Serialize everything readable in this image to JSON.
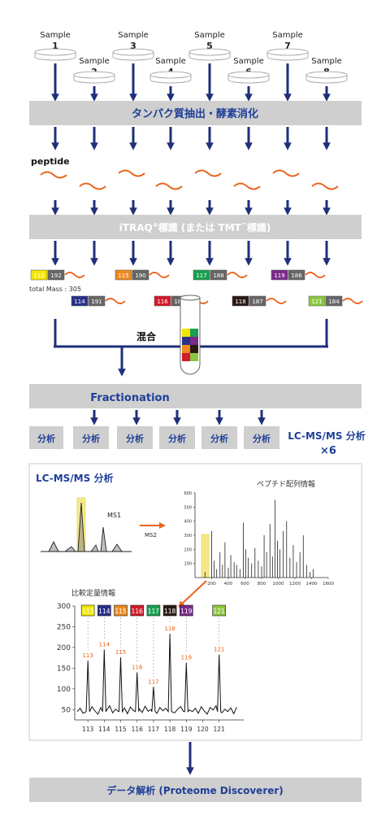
{
  "samples": {
    "word": "Sample",
    "top_row": [
      "1",
      "3",
      "5",
      "7"
    ],
    "bottom_row": [
      "2",
      "4",
      "6",
      "8"
    ]
  },
  "steps": {
    "digestion": "タンパク質抽出・酵素消化",
    "peptide": "peptide",
    "labeling_main": "iTRAQ",
    "labeling_reg": "®",
    "labeling_rest": "標識 (または TMT",
    "labeling_tm": "™",
    "labeling_end": "標識)",
    "mix": "混合",
    "fractionation": "Fractionation",
    "analysis": "分析",
    "lcms_side": "LC-MS/MS 分析",
    "lcms_times": "×6",
    "data_analysis": "データ解析 (Proteome Discoverer)"
  },
  "tags": {
    "total_mass": "total Mass : 305",
    "row1": [
      {
        "reporter": "113",
        "balance": "192",
        "color": "#f2e600"
      },
      {
        "reporter": "115",
        "balance": "190",
        "color": "#ee8a1e"
      },
      {
        "reporter": "117",
        "balance": "188",
        "color": "#1aa050"
      },
      {
        "reporter": "119",
        "balance": "186",
        "color": "#7b2a8a"
      }
    ],
    "row2": [
      {
        "reporter": "114",
        "balance": "191",
        "color": "#28318a"
      },
      {
        "reporter": "116",
        "balance": "189",
        "color": "#d21a2b"
      },
      {
        "reporter": "118",
        "balance": "187",
        "color": "#2a1a14"
      },
      {
        "reporter": "121",
        "balance": "184",
        "color": "#8cc63f"
      }
    ]
  },
  "tube_colors": [
    "#f2e600",
    "#1aa050",
    "#28318a",
    "#7b2a8a",
    "#ee8a1e",
    "#2a1a14",
    "#d21a2b",
    "#8cc63f"
  ],
  "panel": {
    "title": "LC-MS/MS 分析",
    "ms1": "MS1",
    "ms2": "MS2",
    "peptide_info": "ペプチド配列情報",
    "quant_info": "比較定量情報"
  },
  "ms2_axis": {
    "x_ticks": [
      "200",
      "400",
      "600",
      "800",
      "1000",
      "1200",
      "1400",
      "1600"
    ],
    "y_ticks": [
      "100",
      "200",
      "300",
      "400",
      "500",
      "600"
    ]
  },
  "chart_data": {
    "type": "line",
    "title": "",
    "xlabel": "",
    "ylabel": "",
    "x_ticks": [
      "113",
      "114",
      "115",
      "116",
      "117",
      "118",
      "119",
      "120",
      "121"
    ],
    "y_ticks": [
      "50",
      "100",
      "150",
      "200",
      "250",
      "300"
    ],
    "ylim": [
      25,
      300
    ],
    "xlim": [
      112.2,
      122.5
    ],
    "peaks": [
      {
        "label": "113",
        "x": 113,
        "y": 168,
        "color": "#f2e600"
      },
      {
        "label": "114",
        "x": 114,
        "y": 195,
        "color": "#28318a"
      },
      {
        "label": "115",
        "x": 115,
        "y": 176,
        "color": "#ee8a1e"
      },
      {
        "label": "116",
        "x": 116,
        "y": 140,
        "color": "#d21a2b"
      },
      {
        "label": "117",
        "x": 117,
        "y": 105,
        "color": "#1aa050"
      },
      {
        "label": "118",
        "x": 118,
        "y": 233,
        "color": "#2a1a14"
      },
      {
        "label": "119",
        "x": 119,
        "y": 163,
        "color": "#7b2a8a"
      },
      {
        "label": "121",
        "x": 121,
        "y": 183,
        "color": "#8cc63f"
      }
    ]
  }
}
